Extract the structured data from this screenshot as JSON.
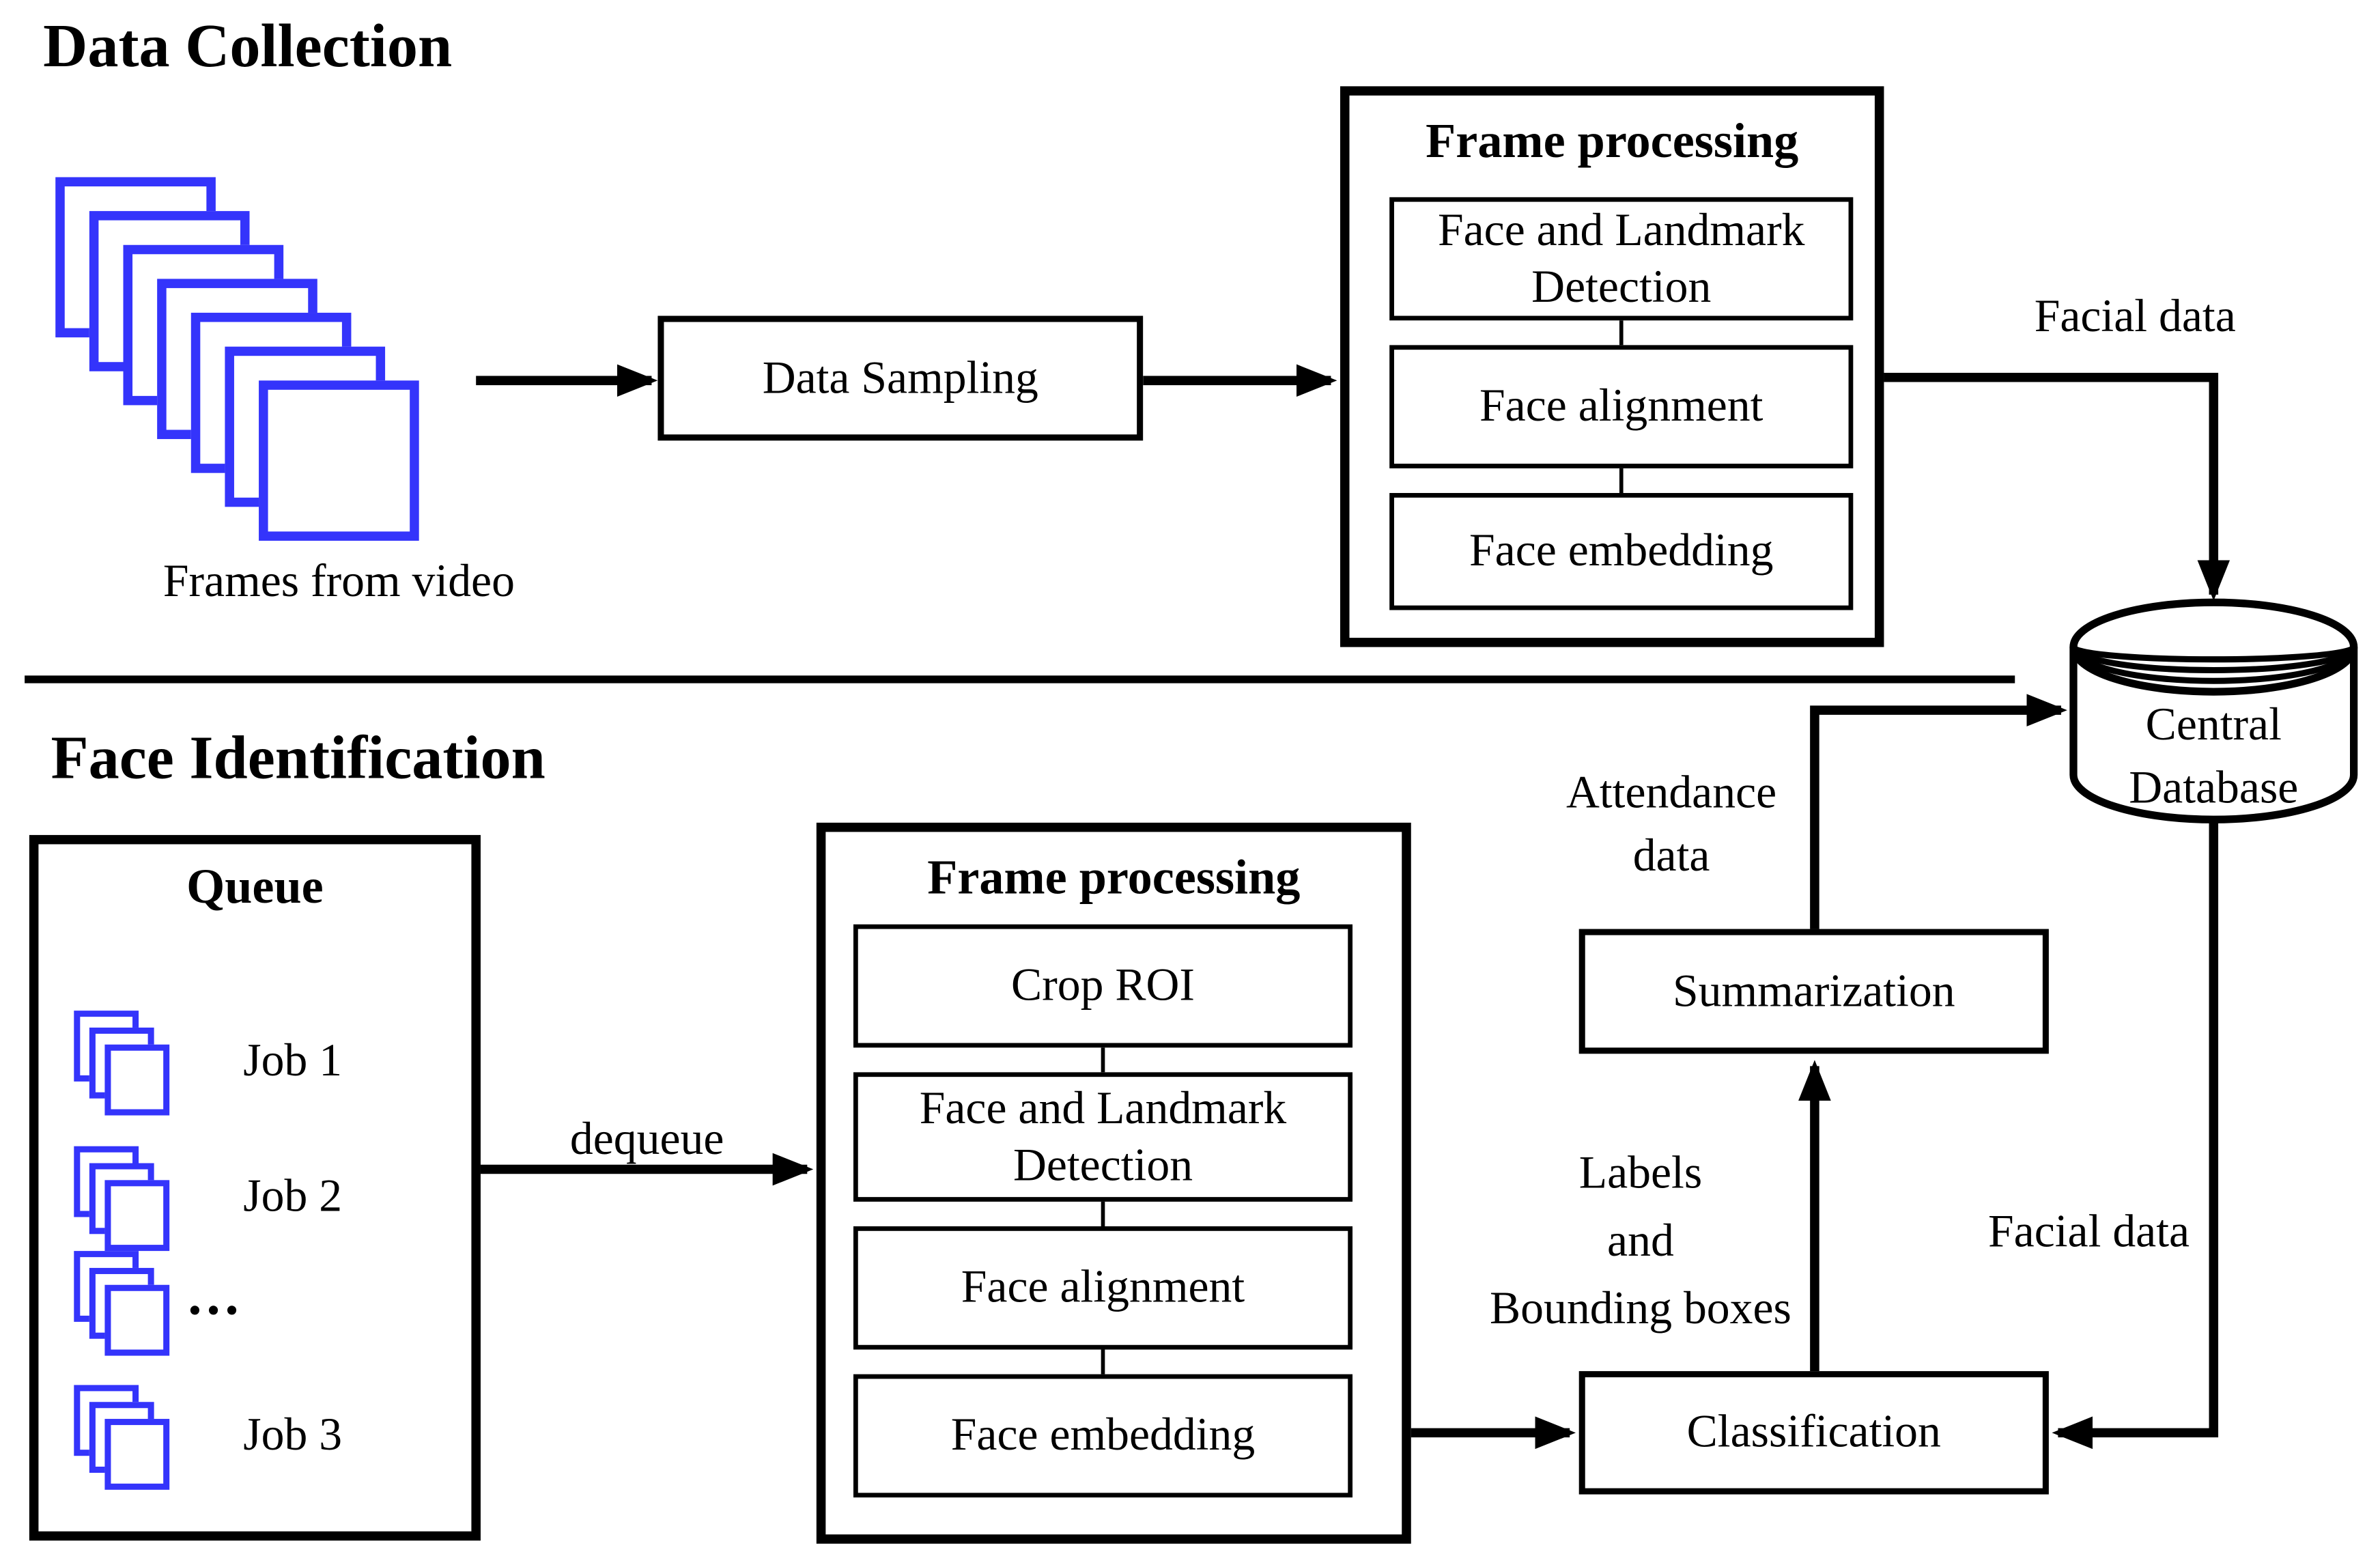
{
  "colors": {
    "ink": "#000000",
    "frame_blue": "#3434fb",
    "background": "#ffffff"
  },
  "data_collection": {
    "title": "Data Collection",
    "frames_caption": "Frames from video",
    "data_sampling_label": "Data Sampling",
    "frame_processing": {
      "title": "Frame processing",
      "steps": [
        "Face and Landmark Detection",
        "Face alignment",
        "Face embedding"
      ]
    },
    "facial_data_label": "Facial data"
  },
  "database": {
    "line1": "Central",
    "line2": "Database"
  },
  "face_identification": {
    "title": "Face Identification",
    "queue": {
      "title": "Queue",
      "jobs": [
        "Job 1",
        "Job 2",
        "...",
        "Job 3"
      ]
    },
    "dequeue_label": "dequeue",
    "frame_processing": {
      "title": "Frame processing",
      "steps": [
        "Crop ROI",
        "Face and Landmark Detection",
        "Face alignment",
        "Face embedding"
      ]
    },
    "classification_label": "Classification",
    "summarization_label": "Summarization",
    "labels_annotation": [
      "Labels",
      "and",
      "Bounding boxes"
    ],
    "attendance_annotation": [
      "Attendance",
      "data"
    ],
    "facial_data_label": "Facial data"
  }
}
